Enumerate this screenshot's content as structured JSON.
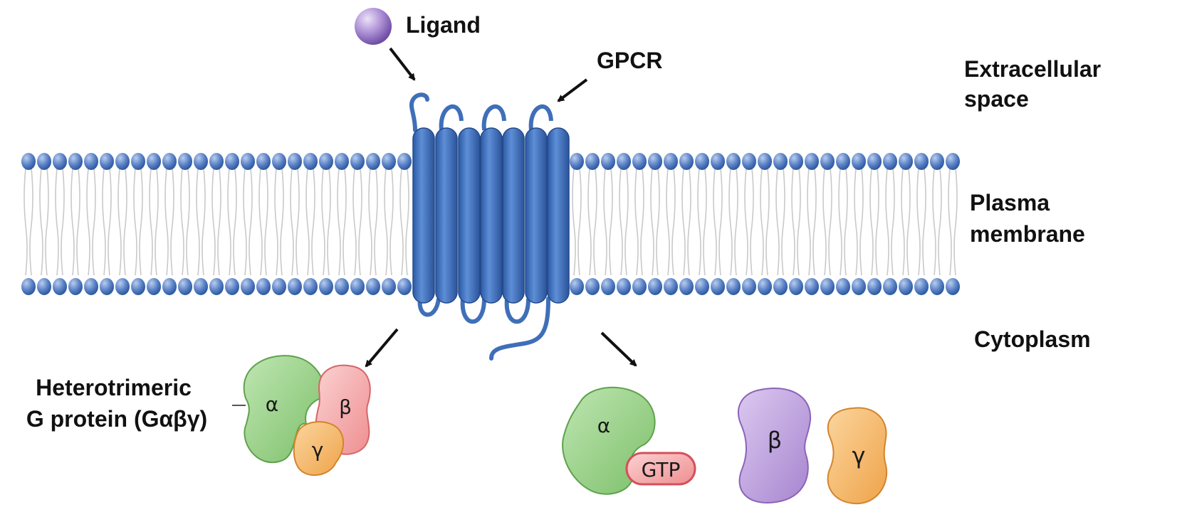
{
  "labels": {
    "ligand": "Ligand",
    "gpcr": "GPCR",
    "extracellular_line1": "Extracellular",
    "extracellular_line2": "space",
    "plasma_line1": "Plasma",
    "plasma_line2": "membrane",
    "cytoplasm": "Cytoplasm",
    "heterotrimeric_line1": "Heterotrimeric",
    "heterotrimeric_line2": "G protein (Gαβγ)"
  },
  "subunits": {
    "alpha": "α",
    "beta": "β",
    "gamma": "γ",
    "gtp": "GTP"
  },
  "colors": {
    "membrane_head": "#5b82c6",
    "receptor": "#3f6fb8",
    "ligand": "#a78bd0",
    "alpha": "#8fcf7e",
    "beta_bound": "#f3a7a8",
    "gamma": "#f4b766",
    "gtp": "#f4a7a5",
    "beta_free": "#b99ad9"
  }
}
